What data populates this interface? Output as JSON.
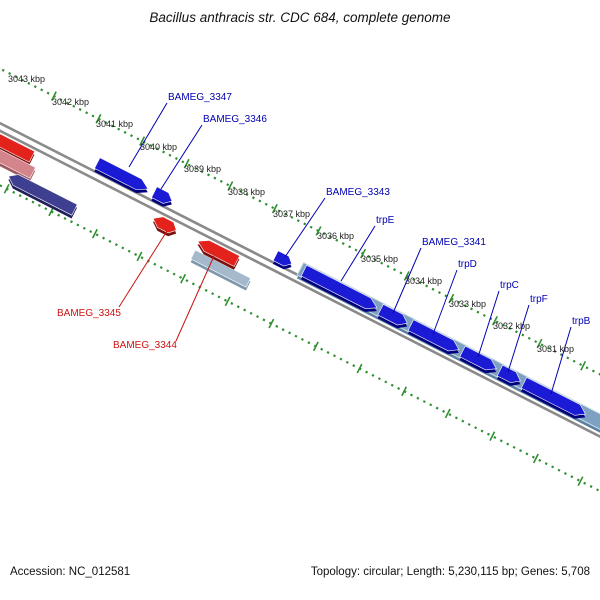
{
  "title": "Bacillus anthracis str. CDC 684, complete genome",
  "ruler": {
    "unit": "kbp",
    "labels": [
      "3043 kbp",
      "3042 kbp",
      "3041 kbp",
      "3040 kbp",
      "3039 kbp",
      "3038 kbp",
      "3037 kbp",
      "3036 kbp",
      "3035 kbp",
      "3034 kbp",
      "3033 kbp",
      "3032 kbp",
      "3031 kbp"
    ]
  },
  "gene_labels": {
    "bameg_3347": "BAMEG_3347",
    "bameg_3346": "BAMEG_3346",
    "bameg_3345": "BAMEG_3345",
    "bameg_3344": "BAMEG_3344",
    "bameg_3343": "BAMEG_3343",
    "bameg_3341": "BAMEG_3341",
    "trpE": "trpE",
    "trpD": "trpD",
    "trpC": "trpC",
    "trpF": "trpF",
    "trpB": "trpB"
  },
  "footer": {
    "accession": "Accession: NC_012581",
    "details": "Topology: circular; Length: 5,230,115 bp; Genes: 5,708"
  },
  "colors": {
    "forward_gene": "#1b1bd6",
    "reverse_gene": "#e3231b",
    "reverse_gene_light": "#d4858b",
    "navy_gene": "#3f3f92",
    "operon_band": "#7fa1c1",
    "unlabeled_bar": "#a4b9cb",
    "ruler_green": "#2f8f2f",
    "backbone_gray": "#8a8a8a",
    "label_blue": "#0000b4",
    "label_red": "#cc1111"
  }
}
